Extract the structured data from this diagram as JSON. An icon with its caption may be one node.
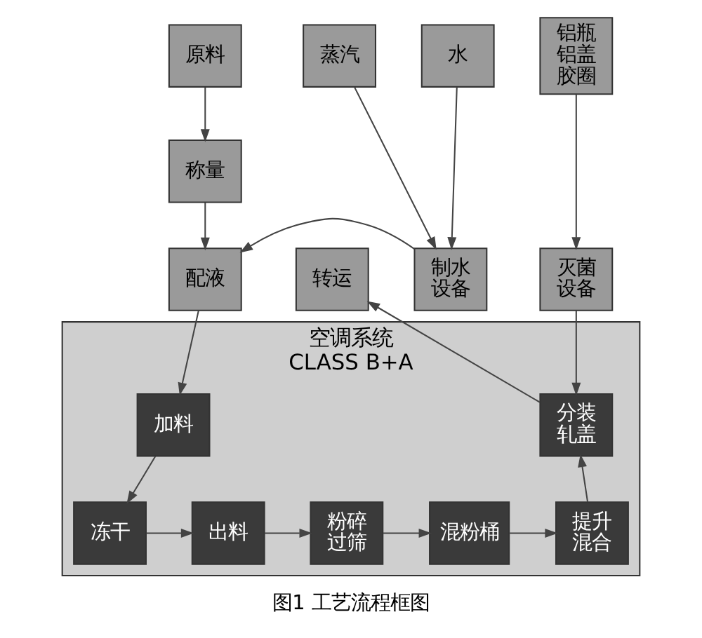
{
  "diagram": {
    "caption": "图1 工艺流程框图",
    "nodes": [
      {
        "text": [
          "原料"
        ]
      },
      {
        "text": [
          "水"
        ]
      },
      {
        "text": [
          "蒸汽"
        ]
      },
      {
        "text": [
          "铝瓶铝盖胶圈"
        ]
      },
      {
        "text": [
          "称量"
        ]
      },
      {
        "text": [
          "配液"
        ]
      },
      {
        "text": [
          "制水设备"
        ]
      },
      {
        "text": [
          "灭菌设备"
        ]
      },
      {
        "text": [
          "转运"
        ]
      },
      {
        "text": [
          "空调系统",
          "CLASS B+A"
        ]
      },
      {
        "text": [
          "加料"
        ],
        "in": 9
      },
      {
        "text": [
          "分装轧盖"
        ],
        "in": 9
      },
      {
        "text": [
          "冻干"
        ],
        "in": 9
      },
      {
        "text": [
          "出料"
        ],
        "in": 9
      },
      {
        "text": [
          "粉碎过筛"
        ],
        "in": 9
      },
      {
        "text": [
          "混粉桶"
        ],
        "in": 9
      },
      {
        "text": [
          "提升混合"
        ],
        "in": 9
      }
    ],
    "edges": [
      {
        "from": 0,
        "to": 4,
        "arrow": "to"
      },
      {
        "from": 4,
        "to": 5,
        "arrow": "to"
      },
      {
        "from": 1,
        "to": 6,
        "arrow": "to"
      },
      {
        "from": 2,
        "to": 6,
        "arrow": "to"
      },
      {
        "from": 6,
        "to": 5,
        "arrow": "to"
      },
      {
        "from": 3,
        "to": 7,
        "arrow": "to"
      },
      {
        "from": 7,
        "to": 11,
        "arrow": "to"
      },
      {
        "from": 5,
        "to": 10,
        "arrow": "to"
      },
      {
        "from": 10,
        "to": 12,
        "arrow": "to"
      },
      {
        "from": 12,
        "to": 13,
        "arrow": "to"
      },
      {
        "from": 13,
        "to": 14,
        "arrow": "to"
      },
      {
        "from": 14,
        "to": 15,
        "arrow": "to"
      },
      {
        "from": 15,
        "to": 16,
        "arrow": "to"
      },
      {
        "from": 16,
        "to": 11,
        "arrow": "to"
      },
      {
        "from": 11,
        "to": 8,
        "arrow": "to"
      }
    ]
  }
}
